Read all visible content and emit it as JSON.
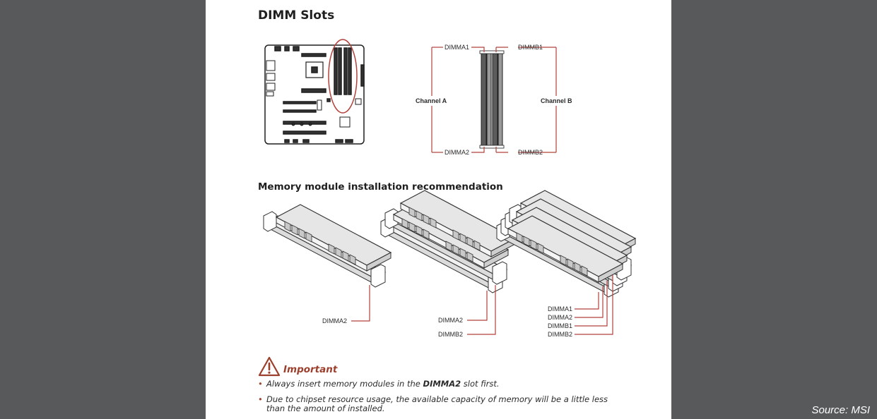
{
  "page": {
    "title": "DIMM Slots",
    "section_heading": "Memory module installation recommendation"
  },
  "channel_diagram": {
    "slot_labels": {
      "a1": "DIMMA1",
      "b1": "DIMMB1",
      "a2": "DIMMA2",
      "b2": "DIMMB2"
    },
    "channel_a": "Channel A",
    "channel_b": "Channel B"
  },
  "installation": {
    "one_module": [
      "DIMMA2"
    ],
    "two_modules": [
      "DIMMA2",
      "DIMMB2"
    ],
    "four_modules": [
      "DIMMA1",
      "DIMMA2",
      "DIMMB1",
      "DIMMB2"
    ]
  },
  "important": {
    "label": "Important",
    "bullets": [
      {
        "before": "Always insert memory modules in the ",
        "bold": "DIMMA2",
        "after": " slot first."
      },
      {
        "before": "Due to chipset resource usage, the available capacity of memory will be a little less than the amount of installed.",
        "bold": "",
        "after": ""
      }
    ]
  },
  "source": "Source: MSI",
  "colors": {
    "accent": "#b3413b",
    "background": "#57595b",
    "important": "#9c3f2c"
  },
  "icons": {
    "warning": "warning-triangle-icon"
  }
}
